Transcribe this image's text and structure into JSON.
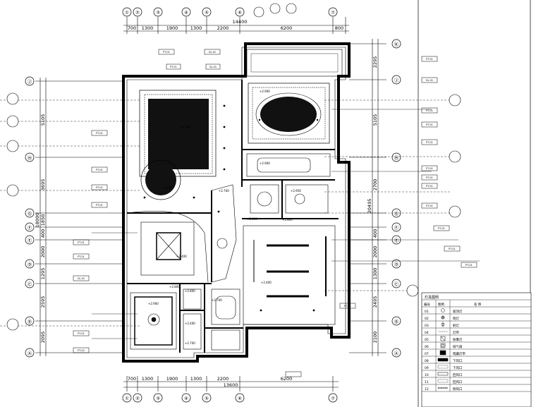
{
  "top_axes": [
    "①",
    "②",
    "③",
    "④",
    "⑤",
    "⑥",
    "⑦"
  ],
  "top_dims": [
    "700",
    "1300",
    "1900",
    "1300",
    "2200",
    "6200",
    "800"
  ],
  "top_total": "14400",
  "bottom_axes": [
    "①",
    "②",
    "③",
    "④",
    "⑤",
    "⑥",
    "⑦"
  ],
  "bottom_dims": [
    "700",
    "1300",
    "1900",
    "1300",
    "2200",
    "6200"
  ],
  "bottom_total": "13600",
  "left_axes": [
    "Ⓙ",
    "Ⓗ",
    "Ⓖ",
    "Ⓕ",
    "Ⓔ",
    "Ⓓ",
    "Ⓒ",
    "Ⓑ",
    "Ⓐ"
  ],
  "right_axes": [
    "Ⓚ",
    "Ⓙ",
    "Ⓗ",
    "Ⓖ",
    "Ⓕ",
    "Ⓔ",
    "Ⓓ",
    "Ⓒ",
    "Ⓑ",
    "Ⓐ"
  ],
  "left_dims": [
    "5105",
    "3695",
    "1850",
    "400",
    "2000",
    "1295",
    "2595",
    "2095"
  ],
  "left_total": "18000",
  "right_dims": [
    "2295",
    "5105",
    "2700",
    "400",
    "2000",
    "1300",
    "2495",
    "2100"
  ],
  "right_total": "20495",
  "ceiling_levels": [
    "+2.900",
    "+2.700",
    "+2.650",
    "+2.900",
    "+2.950",
    "+2.600",
    "+2.800",
    "+2.400",
    "+2.400",
    "+2.700",
    "+2.800",
    "+2.800",
    "+2.900",
    "+2.400",
    "+2.700",
    "+2.700"
  ],
  "material_codes": [
    "PT-01",
    "GL-01",
    "PT-01",
    "GL-01",
    "PT-01",
    "PT-01",
    "PT-01",
    "PT-01",
    "PT-01",
    "PT-01",
    "GL-01",
    "PT-01",
    "PT-02",
    "PT-01",
    "GL-01",
    "PT-01",
    "PT-01",
    "PT-01",
    "PT-01",
    "PT-01",
    "PT-01",
    "PT-01",
    "PT-01",
    "PT-01",
    "PT-01",
    "PT-01"
  ],
  "legend": {
    "title": "灯具图例",
    "headers": [
      "编号",
      "图例",
      "名 称"
    ],
    "rows": [
      {
        "no": "01",
        "name": "吸顶灯"
      },
      {
        "no": "02",
        "name": "筒灯"
      },
      {
        "no": "03",
        "name": "射灯"
      },
      {
        "no": "04",
        "name": "灯带"
      },
      {
        "no": "05",
        "name": "防雾灯"
      },
      {
        "no": "06",
        "name": "排气扇"
      },
      {
        "no": "07",
        "name": "暗藏灯带"
      },
      {
        "no": "08",
        "name": "下风口"
      },
      {
        "no": "09",
        "name": "下风口"
      },
      {
        "no": "10",
        "name": "回风口"
      },
      {
        "no": "11",
        "name": "回风口"
      },
      {
        "no": "12",
        "name": "侧风口"
      }
    ]
  },
  "colors": {
    "line": "#000000",
    "paper": "#ffffff",
    "fill": "#111111"
  }
}
